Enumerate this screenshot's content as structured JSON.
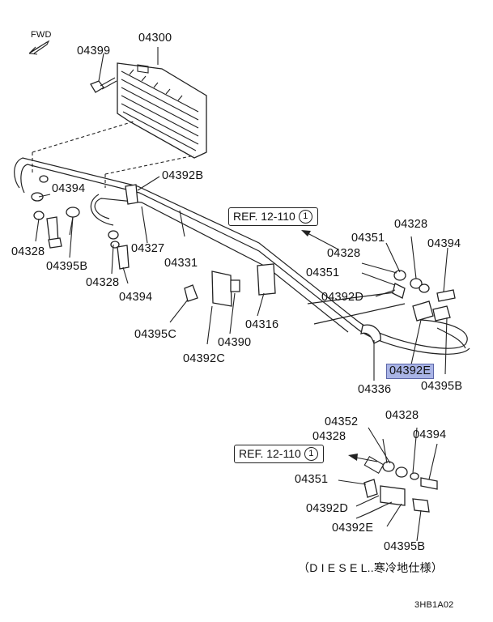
{
  "fwd": "FWD",
  "labels": {
    "p04300": "04300",
    "p04399": "04399",
    "p04392B": "04392B",
    "p04394_a": "04394",
    "p04328_a": "04328",
    "p04395B_a": "04395B",
    "p04327": "04327",
    "p04331": "04331",
    "p04328_b": "04328",
    "p04394_b": "04394",
    "p04395C": "04395C",
    "p04392C": "04392C",
    "p04390": "04390",
    "p04316": "04316",
    "p04336": "04336",
    "p04351_a": "04351",
    "p04328_c": "04328",
    "p04351_b": "04351",
    "p04328_d": "04328",
    "p04394_c": "04394",
    "p04392D_a": "04392D",
    "p04392E_a": "04392E",
    "p04395B_b": "04395B",
    "p04352": "04352",
    "p04328_e": "04328",
    "p04328_f": "04328",
    "p04394_d": "04394",
    "p04351_c": "04351",
    "p04392D_b": "04392D",
    "p04392E_b": "04392E",
    "p04395B_c": "04395B"
  },
  "ref_a": {
    "text": "REF. 12-110",
    "num": "1"
  },
  "ref_b": {
    "text": "REF. 12-110",
    "num": "1"
  },
  "diesel_note": "（D I E S E L..寒冷地仕様）",
  "diagram_code": "3HB1A02"
}
